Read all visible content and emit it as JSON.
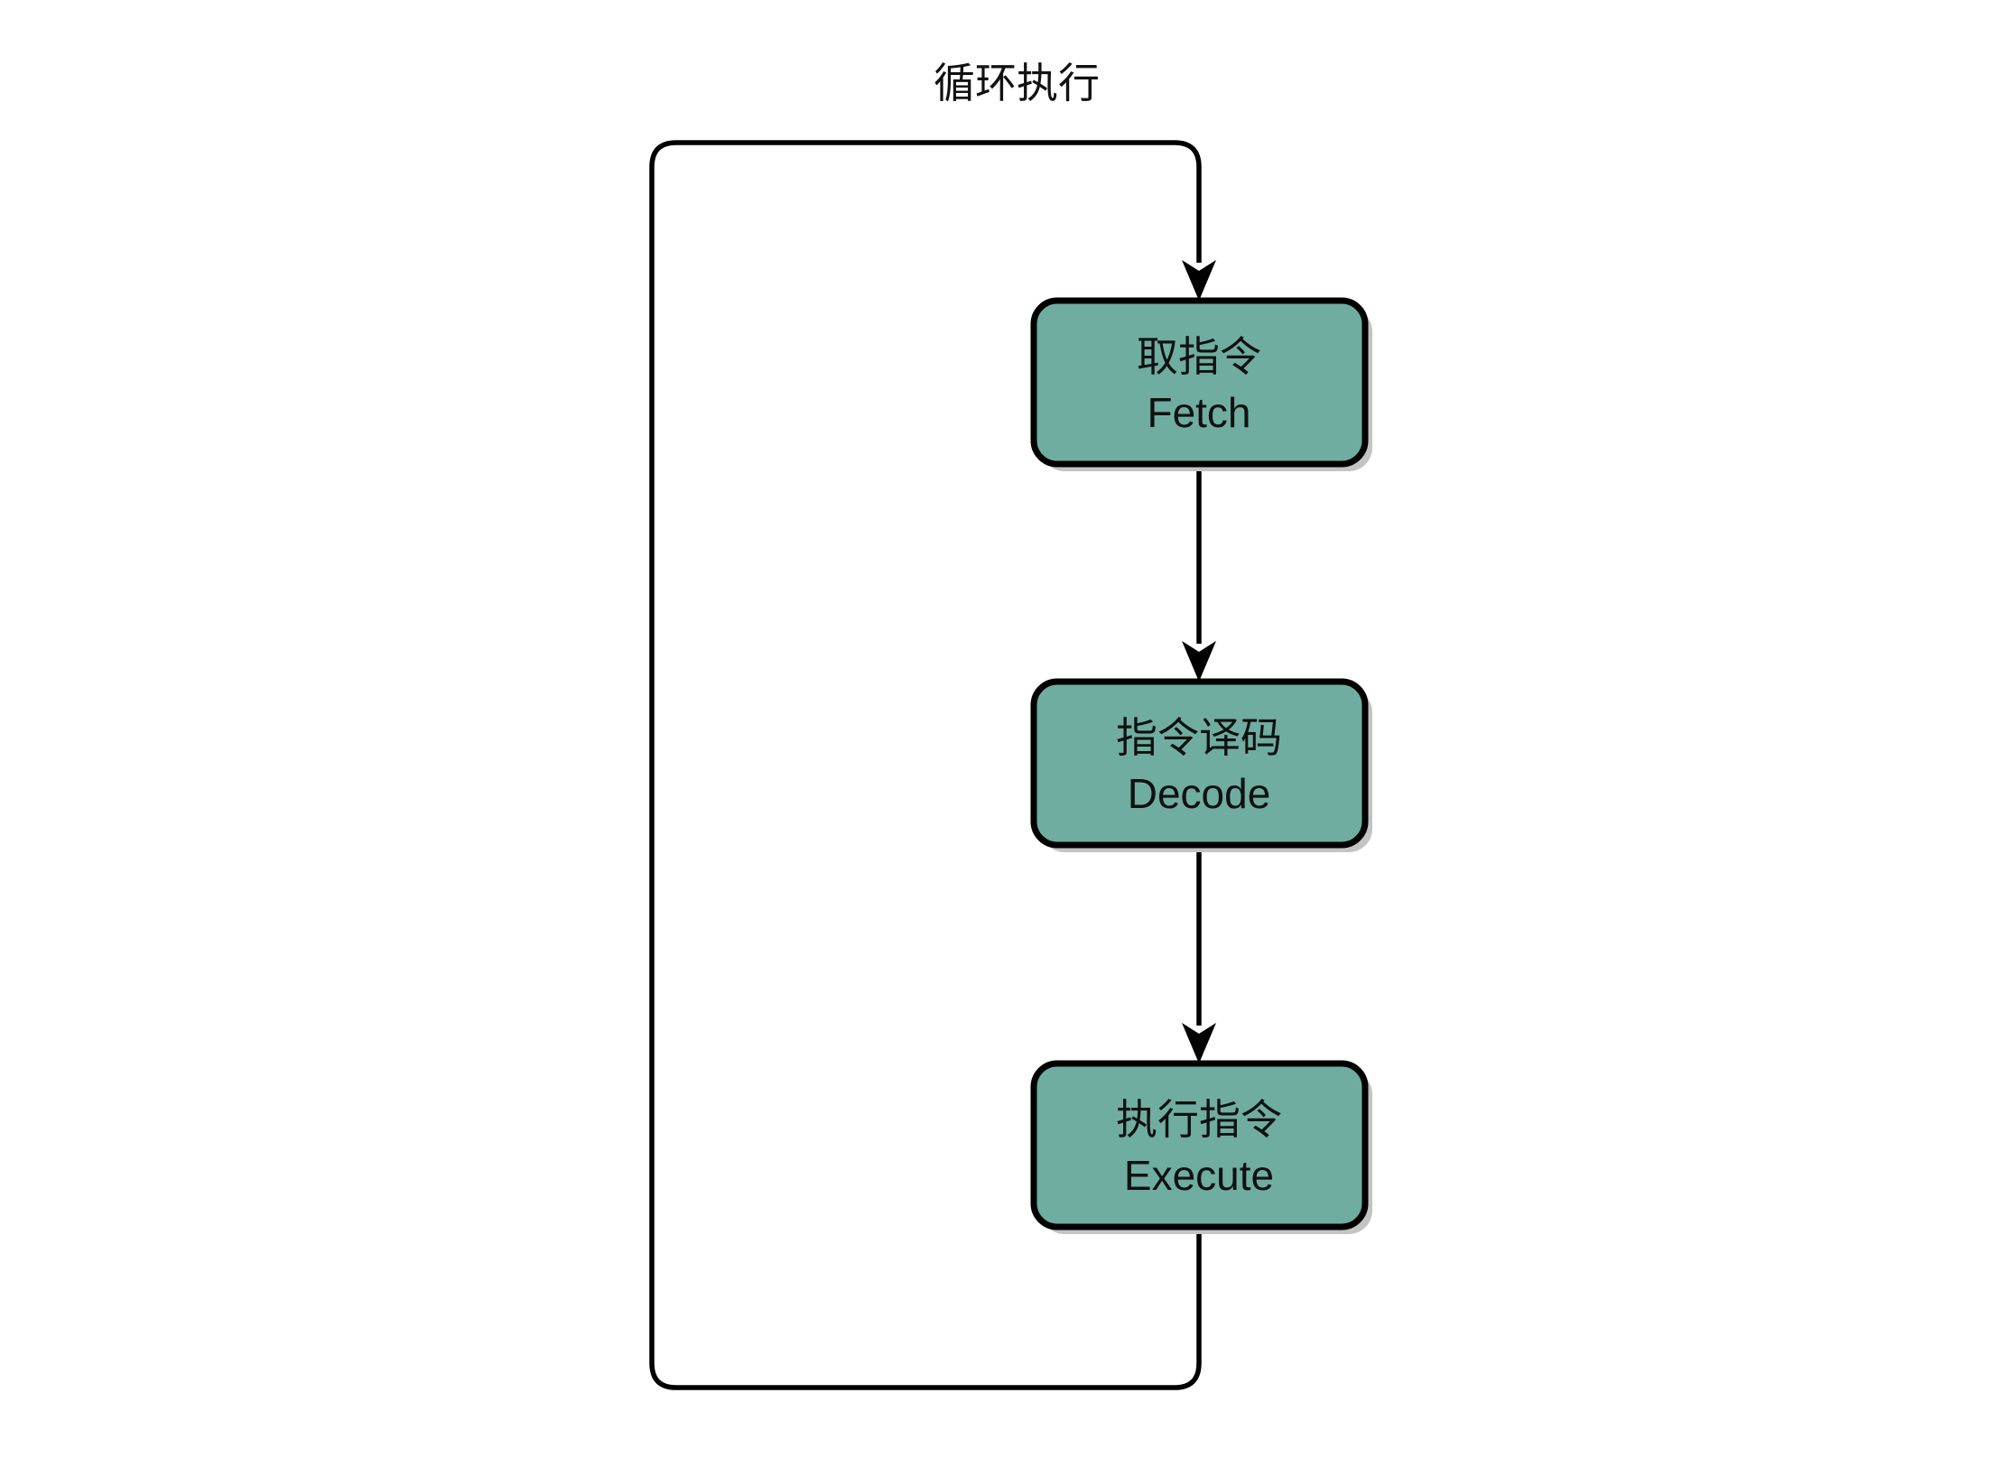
{
  "diagram": {
    "title": "循环执行",
    "background_color": "#ffffff",
    "node_fill_color": "#6fada1",
    "node_border_color": "#000000",
    "node_shadow_color": "#c4c4c4",
    "edge_color": "#000000",
    "text_color": "#111111",
    "nodes": [
      {
        "id": "fetch",
        "label_cn": "取指令",
        "label_en": "Fetch"
      },
      {
        "id": "decode",
        "label_cn": "指令译码",
        "label_en": "Decode"
      },
      {
        "id": "execute",
        "label_cn": "执行指令",
        "label_en": "Execute"
      }
    ],
    "edges": [
      {
        "id": "loop-return-to-fetch",
        "from": "execute",
        "to": "fetch",
        "label": "循环执行",
        "arrow": true
      },
      {
        "id": "fetch-to-decode",
        "from": "fetch",
        "to": "decode",
        "label": "",
        "arrow": true
      },
      {
        "id": "decode-to-execute",
        "from": "decode",
        "to": "execute",
        "label": "",
        "arrow": true
      }
    ]
  }
}
